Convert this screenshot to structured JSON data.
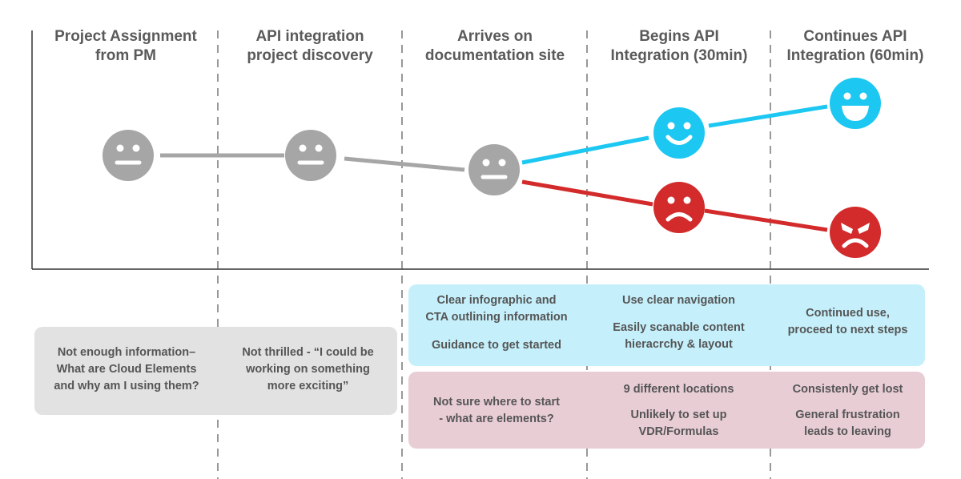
{
  "stages": [
    {
      "title": "Project Assignment\nfrom PM"
    },
    {
      "title": "API integration\nproject discovery"
    },
    {
      "title": "Arrives on\ndocumentation site"
    },
    {
      "title": "Begins API\nIntegration (30min)"
    },
    {
      "title": "Continues API\nIntegration (60min)"
    }
  ],
  "faces": [
    {
      "stage": 1,
      "mood": "neutral",
      "color": "#a6a6a6"
    },
    {
      "stage": 2,
      "mood": "neutral",
      "color": "#a6a6a6"
    },
    {
      "stage": 3,
      "mood": "neutral",
      "color": "#a6a6a6"
    },
    {
      "stage": 4,
      "mood": "happy",
      "color": "#1cc8f2"
    },
    {
      "stage": 5,
      "mood": "very-happy",
      "color": "#1cc8f2"
    },
    {
      "stage": 4,
      "mood": "sad",
      "color": "#d32b2b"
    },
    {
      "stage": 5,
      "mood": "angry",
      "color": "#d32b2b"
    }
  ],
  "colors": {
    "neutral": "#a6a6a6",
    "positive": "#1cc8f2",
    "negative": "#d32b2b",
    "neutral_box": "#e2e2e2",
    "positive_box": "#c5f0fb",
    "negative_box": "#e8cdd5"
  },
  "notes": {
    "neutral": {
      "stage1": "Not enough information–\nWhat are Cloud Elements\nand why am I using them?",
      "stage2": "Not thrilled - “I could be\nworking on something\nmore exciting”"
    },
    "positive": {
      "stage3_a": "Clear infographic and\nCTA outlining information",
      "stage3_b": "Guidance to get started",
      "stage4_a": "Use clear navigation",
      "stage4_b": "Easily scanable content\nhieracrchy & layout",
      "stage5_a": "Continued use,\nproceed to next steps"
    },
    "negative": {
      "stage3_a": "Not sure where to start\n- what are elements?",
      "stage4_a": "9 different locations",
      "stage4_b": "Unlikely to set up\nVDR/Formulas",
      "stage5_a": "Consistenly get lost",
      "stage5_b": "General frustration\nleads to leaving"
    }
  }
}
